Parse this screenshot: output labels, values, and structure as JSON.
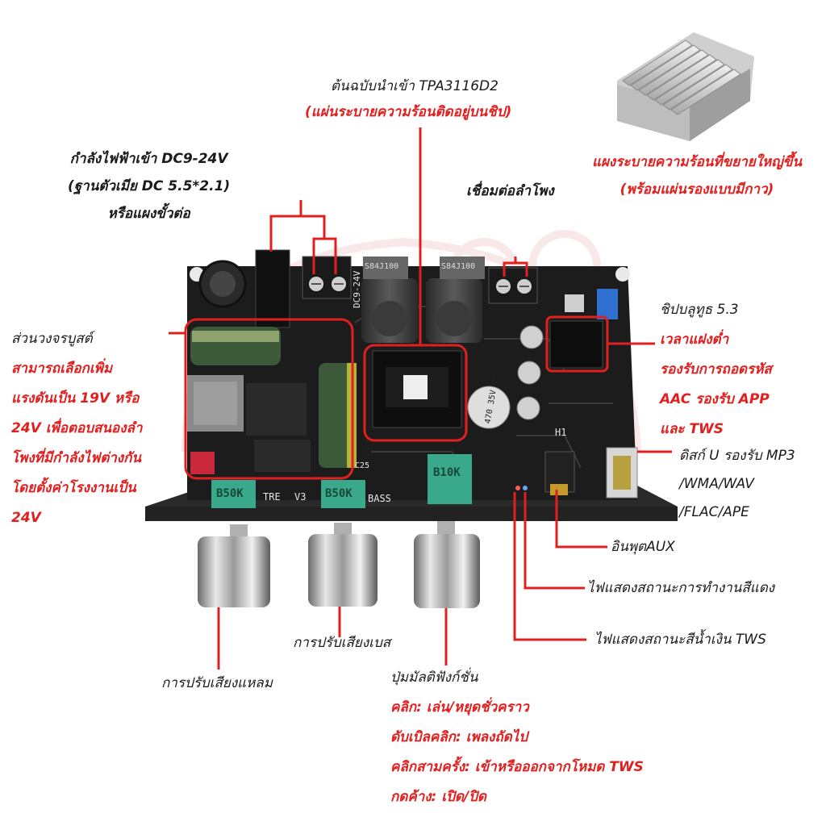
{
  "top_chip": {
    "line1": "ต้นฉบับนำเข้า TPA3116D2",
    "line2": "(แผ่นระบายความร้อนติดอยู่บนชิป)"
  },
  "heatsink": {
    "line1": "แผงระบายความร้อนที่ขยายใหญ่ขึ้น",
    "line2": "(พร้อมแผ่นรองแบบมีกาว)"
  },
  "power_input": {
    "line1": "กำลังไฟฟ้าเข้า DC9-24V",
    "line2": "(ฐานตัวเมีย DC 5.5*2.1)",
    "line3": "หรือแผงขั้วต่อ"
  },
  "speaker": {
    "label": "เชื่อมต่อลำโพง"
  },
  "boost": {
    "title": "ส่วนวงจรบูสต์",
    "lines": [
      "สามารถเลือกเพิ่ม",
      "แรงดันเป็น 19V หรือ",
      "24V เพื่อตอบสนองลำ",
      "โพงที่มีกำลังไฟต่างกัน",
      "โดยตั้งค่าโรงงานเป็น",
      "24V"
    ]
  },
  "bluetooth": {
    "title": "ชิปบลูทูธ 5.3",
    "lines": [
      "เวลาแฝงต่ำ",
      "รองรับการถอดรหัส",
      "AAC รองรับ APP",
      "และ TWS"
    ]
  },
  "udisk": {
    "lines": [
      "ดิสก์ U รองรับ MP3",
      "/WMA/WAV",
      "/FLAC/APE"
    ]
  },
  "aux": {
    "label": "อินพุตAUX"
  },
  "red_led": {
    "label": "ไฟแสดงสถานะการทำงานสีแดง"
  },
  "blue_led": {
    "label": "ไฟแสดงสถานะสีน้ำเงิน TWS"
  },
  "bass": {
    "label": "การปรับเสียงเบส"
  },
  "treble": {
    "label": "การปรับเสียงแหลม"
  },
  "multi_button": {
    "title": "ปุ่มมัลติฟังก์ชั่น",
    "lines": [
      "คลิก: เล่น/หยุดชั่วคราว",
      "ดับเบิลคลิก: เพลงถัดไป",
      "คลิกสามครั้ง: เข้าหรือออกจากโหมด TWS",
      "กดค้าง: เปิด/ปิด"
    ]
  },
  "board_silk": {
    "pot1": "B50K",
    "pot2": "B50K",
    "pot3": "B10K",
    "tre": "TRE",
    "v3": "V3",
    "bass": "BASS",
    "cap": "470 35V VT",
    "ic1": "S84J100",
    "ic2": "S84J100",
    "dc": "DC9-24V",
    "h1": "H1",
    "c25": "C25"
  },
  "colors": {
    "accent_red": "#e0201f",
    "board": "#1c1c1c",
    "teal_pot": "#3aa88a",
    "text": "#1a1a1a"
  }
}
